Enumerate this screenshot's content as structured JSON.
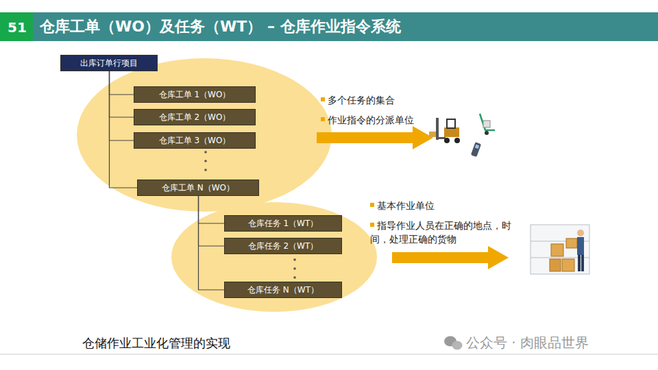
{
  "diagram": {
    "title": "仓库工单（WO）及任务（WT） – 仓库作业指令系统",
    "caption": "仓储作业工业化管理的实现",
    "nodes": [
      {
        "text": [
          "出库订单行项目"
        ]
      },
      {
        "text": [
          "仓库工单 1（WO）"
        ]
      },
      {
        "text": [
          "仓库工单 2（WO）"
        ]
      },
      {
        "text": [
          "仓库工单 3（WO）"
        ]
      },
      {
        "text": [
          "仓库工单 N（WO）"
        ]
      },
      {
        "text": [
          "仓库任务 1（WT）"
        ]
      },
      {
        "text": [
          "仓库任务 2（WT）"
        ]
      },
      {
        "text": [
          "仓库任务 N（WT）"
        ]
      }
    ],
    "edges": [
      {
        "from": 0,
        "to": 1,
        "arrow": "none"
      },
      {
        "from": 0,
        "to": 2,
        "arrow": "none"
      },
      {
        "from": 0,
        "to": 3,
        "arrow": "none"
      },
      {
        "from": 0,
        "to": 4,
        "arrow": "none"
      },
      {
        "from": 4,
        "to": 5,
        "arrow": "none"
      },
      {
        "from": 4,
        "to": 6,
        "arrow": "none"
      },
      {
        "from": 4,
        "to": 7,
        "arrow": "none"
      }
    ],
    "labels": [
      "51",
      "多个任务的集合",
      "作业指令的分派单位",
      "基本作业单位",
      "指导作业人员在正确的地点，时间，处理正确的货物",
      "公众号 · 肉眼品世界"
    ]
  }
}
